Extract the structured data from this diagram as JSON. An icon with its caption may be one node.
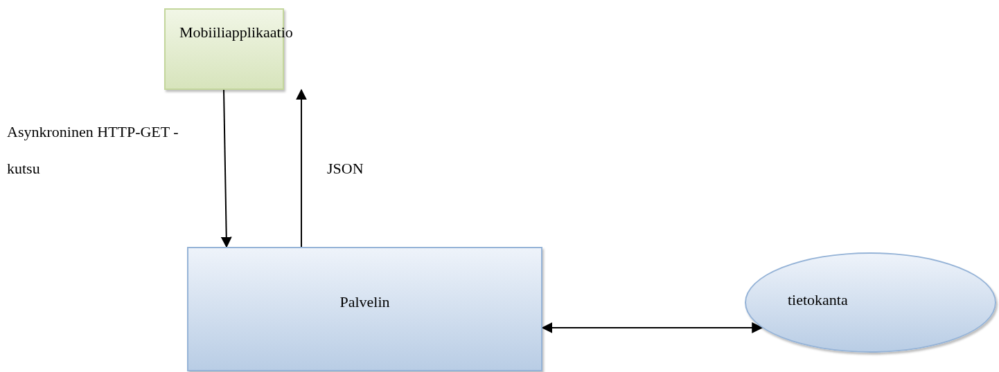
{
  "diagram": {
    "nodes": [
      {
        "text": [
          "Mobiiliapplikaatio"
        ]
      },
      {
        "text": [
          "Palvelin"
        ]
      },
      {
        "text": [
          "tietokanta"
        ]
      }
    ],
    "edges": [
      {
        "from": 0,
        "to": 1,
        "arrow": "to",
        "label": "Asynkroninen HTTP-GET -kutsu"
      },
      {
        "from": 1,
        "to": 0,
        "arrow": "to",
        "label": "JSON"
      },
      {
        "from": 1,
        "to": 2,
        "arrow": "both"
      }
    ]
  }
}
